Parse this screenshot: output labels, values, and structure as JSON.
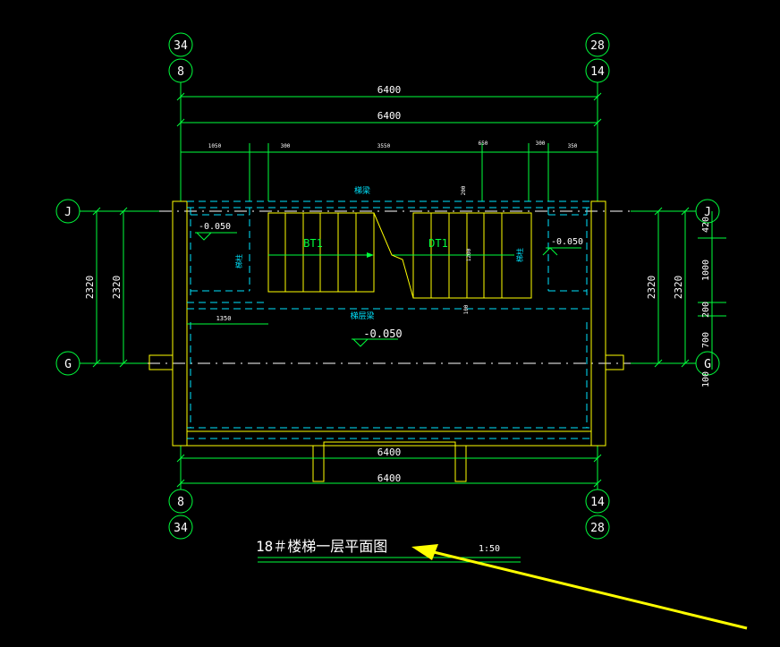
{
  "drawing": {
    "title": "18＃楼梯一层平面图",
    "scale": "1:50",
    "axes": {
      "top_left": [
        "34",
        "8"
      ],
      "top_right": [
        "28",
        "14"
      ],
      "bottom_left": [
        "8",
        "34"
      ],
      "bottom_right": [
        "14",
        "28"
      ],
      "left_rows": [
        "J",
        "G"
      ],
      "right_rows": [
        "J",
        "G"
      ]
    },
    "dimensions": {
      "top_total_1": "6400",
      "top_total_2": "6400",
      "top_segments": [
        "1050",
        "300",
        "3550",
        "650",
        "300",
        "350"
      ],
      "bottom_total_1": "6400",
      "bottom_total_2": "6400",
      "left_height_1": "2320",
      "left_height_2": "2320",
      "right_height_1": "2320",
      "right_height_2": "2320",
      "right_segments": [
        "420",
        "1000",
        "200",
        "700",
        "100"
      ],
      "landing_width": "1350",
      "small_200": "200",
      "small_100": "100",
      "small_1200": "1200"
    },
    "levels": {
      "left": "-0.050",
      "right": "-0.050",
      "center": "-0.050"
    },
    "labels": {
      "stair_left": "BT1",
      "stair_right": "DT1",
      "beam_top": "梯梁",
      "beam_bottom": "梯层梁",
      "note_left": "梯柱",
      "note_right": "梯柱"
    },
    "colors": {
      "background": "#000000",
      "dimension": "#00ff3c",
      "wall": "#ffff00",
      "hidden": "#00e5ff",
      "text": "#ffffff",
      "arrow": "#ffff00"
    }
  }
}
